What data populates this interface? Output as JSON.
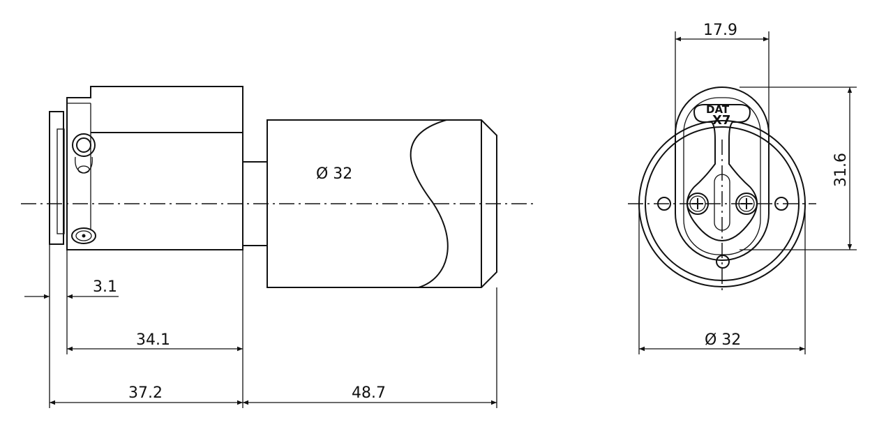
{
  "side_view": {
    "knob_diameter": "Ø 32",
    "dim_flange": "3.1",
    "dim_body": "34.1",
    "dim_total_inner": "37.2",
    "dim_knob": "48.7"
  },
  "front_view": {
    "dim_width": "17.9",
    "dim_height": "31.6",
    "dim_diameter": "Ø 32",
    "logo_brand": "DAT",
    "logo_model": "X7"
  }
}
